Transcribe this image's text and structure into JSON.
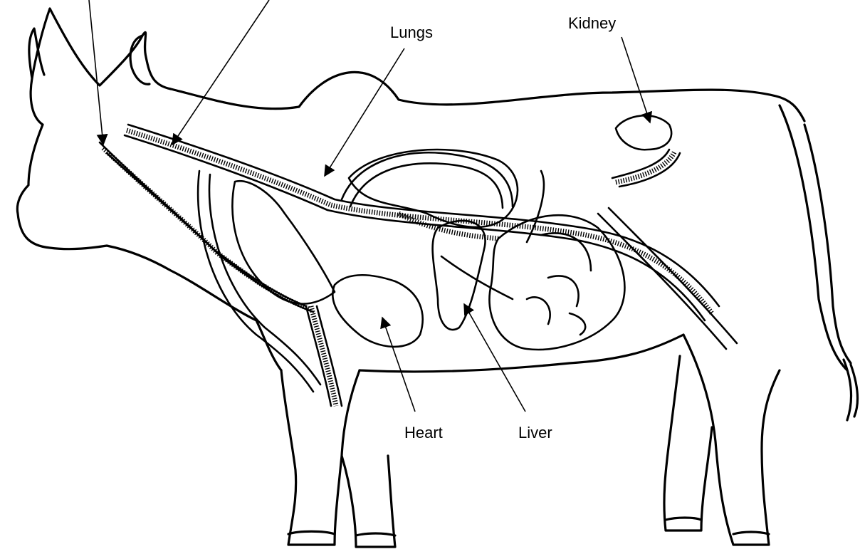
{
  "diagram": {
    "labels": {
      "lungs": "Lungs",
      "kidney": "Kidney",
      "heart": "Heart",
      "liver": "Liver"
    },
    "colors": {
      "line": "#000000",
      "background": "#ffffff"
    }
  }
}
